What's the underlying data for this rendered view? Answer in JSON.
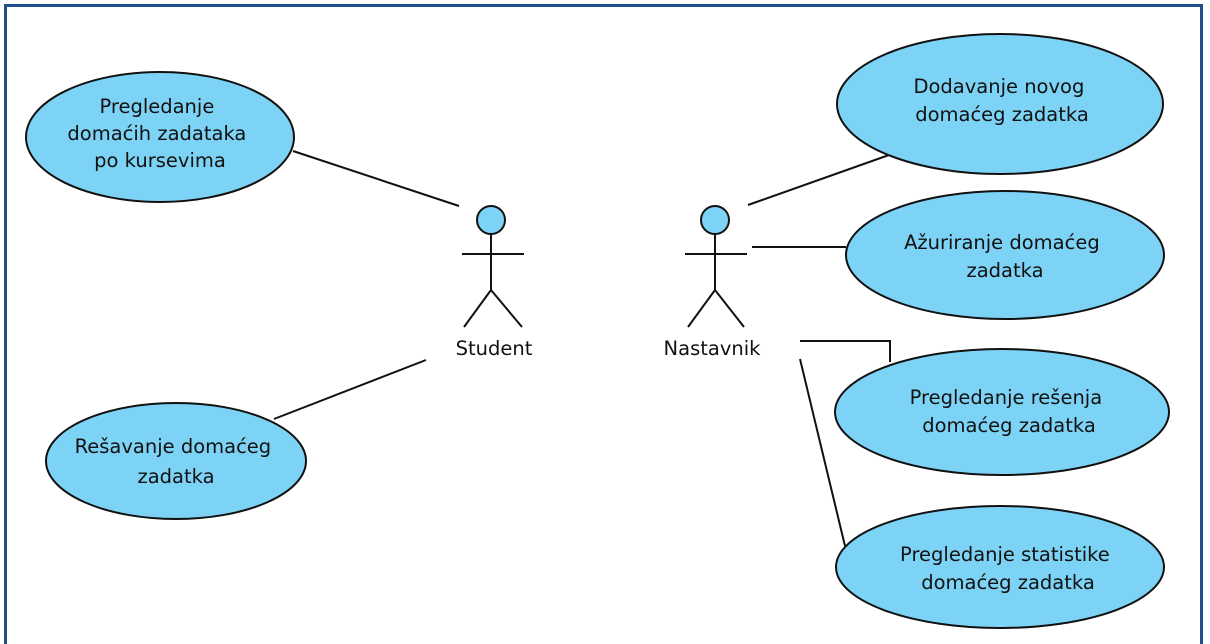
{
  "colors": {
    "frame_border": "#1f4e8c",
    "use_case_fill": "#7dd3f5",
    "stroke": "#111111"
  },
  "actors": [
    {
      "id": "student",
      "label": "Student"
    },
    {
      "id": "nastavnik",
      "label": "Nastavnik"
    }
  ],
  "use_cases": [
    {
      "id": "uc1",
      "lines": [
        "Pregledanje",
        "domaćih zadataka",
        "po kursevima"
      ],
      "actor": "student"
    },
    {
      "id": "uc2",
      "lines": [
        "Rešavanje domaćeg",
        "zadatka"
      ],
      "actor": "student"
    },
    {
      "id": "uc3",
      "lines": [
        "Dodavanje novog",
        "domaćeg zadatka"
      ],
      "actor": "nastavnik"
    },
    {
      "id": "uc4",
      "lines": [
        "Ažuriranje domaćeg",
        "zadatka"
      ],
      "actor": "nastavnik"
    },
    {
      "id": "uc5",
      "lines": [
        "Pregledanje rešenja",
        "domaćeg zadatka"
      ],
      "actor": "nastavnik"
    },
    {
      "id": "uc6",
      "lines": [
        "Pregledanje statistike",
        "domaćeg zadatka"
      ],
      "actor": "nastavnik"
    }
  ]
}
